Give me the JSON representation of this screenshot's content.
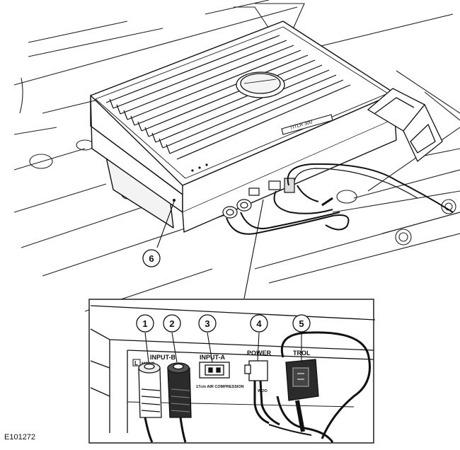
{
  "figure": {
    "code": "E101272",
    "callouts": [
      "1",
      "2",
      "3",
      "4",
      "5",
      "6"
    ],
    "amp_badge": "TITLR 300"
  },
  "panel_labels": {
    "input_b": "INPUT-B",
    "input_a": "INPUT-A",
    "power": "POWER",
    "control": "TROL",
    "l_mark": "L",
    "mono": "MONO",
    "compression": "17cm AIR COMPRESSION",
    "woofer": "WOO"
  }
}
